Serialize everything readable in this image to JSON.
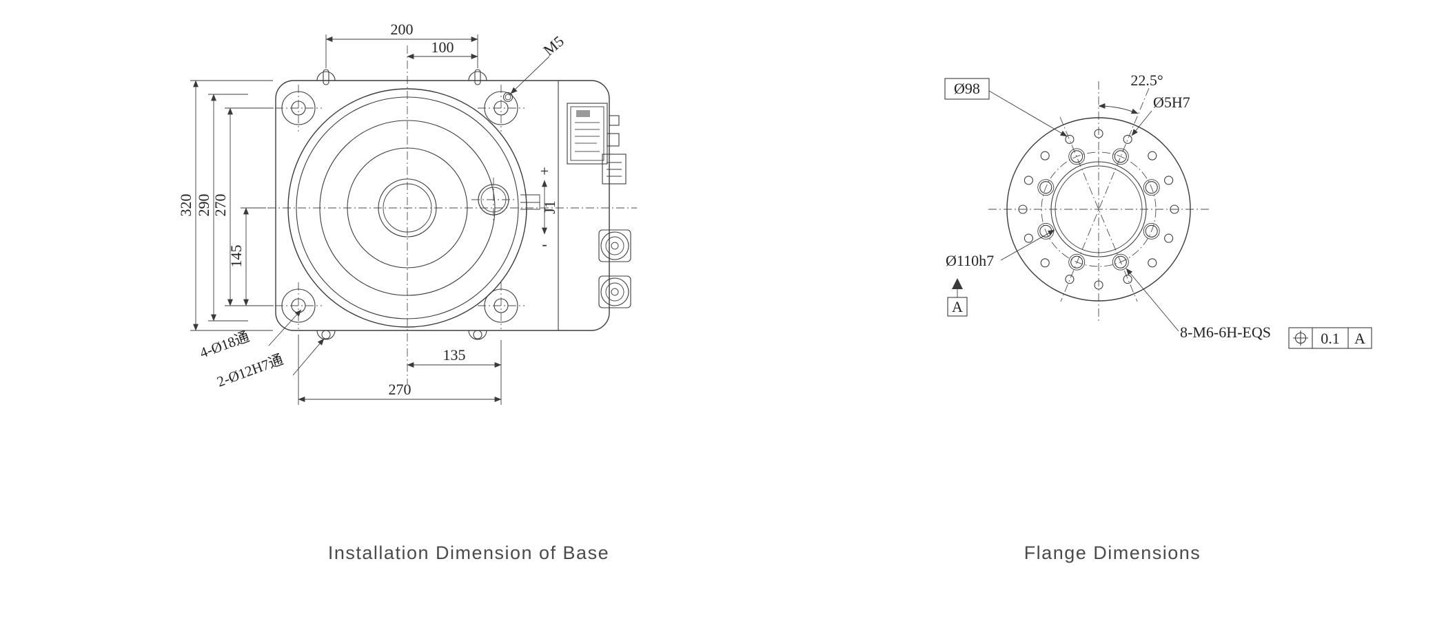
{
  "page": {
    "background": "#ffffff",
    "line_color": "#3a3a3a"
  },
  "base_drawing": {
    "caption": "Installation Dimension of Base",
    "dims": {
      "width_top": "200",
      "width_half": "100",
      "thread": "M5",
      "height_overall": "320",
      "height_inner": "290",
      "bolt_spacing_v": "270",
      "center_to_bolt": "145",
      "center_to_edge": "135",
      "bolt_spacing_h": "270",
      "mount_holes": "4-Ø18通",
      "pin_holes": "2-Ø12H7通"
    },
    "axis": {
      "plus": "+",
      "minus": "-",
      "name": "J1"
    }
  },
  "flange_drawing": {
    "caption": "Flange Dimensions",
    "dims": {
      "hole_angle": "22.5°",
      "bolt_circle": "Ø98",
      "pin_hole": "Ø5H7",
      "spigot": "Ø110h7",
      "datum": "A",
      "bolt_spec": "8-M6-6H-EQS",
      "tol_value": "0.1",
      "tol_datum": "A"
    }
  }
}
